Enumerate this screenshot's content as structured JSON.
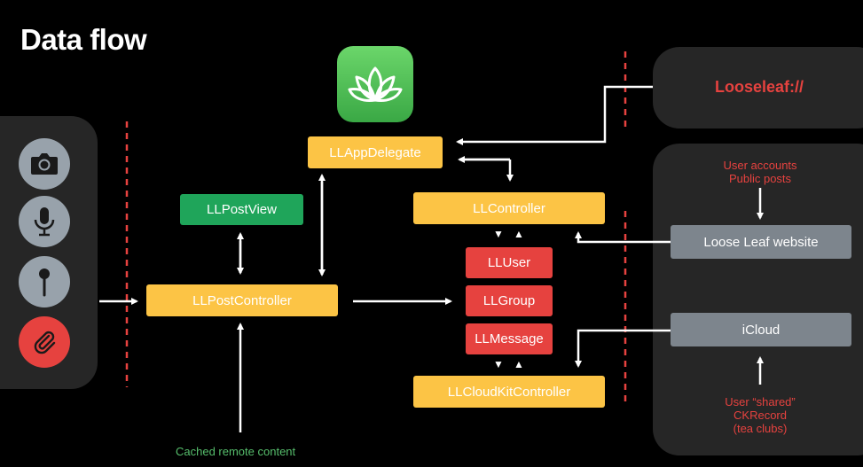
{
  "title": "Data flow",
  "url_scheme": "Looseleaf://",
  "nodes": {
    "app_delegate": "LLAppDelegate",
    "post_view": "LLPostView",
    "controller": "LLController",
    "post_controller": "LLPostController",
    "user": "LLUser",
    "group": "LLGroup",
    "message": "LLMessage",
    "cloudkit_controller": "LLCloudKitController",
    "website": "Loose Leaf website",
    "icloud": "iCloud"
  },
  "notes": {
    "user_accounts": "User accounts",
    "public_posts": "Public posts",
    "shared_line1": "User “shared”",
    "shared_line2": "CKRecord",
    "shared_line3": "(tea clubs)",
    "cached": "Cached remote content"
  },
  "tri": {
    "down": "▼",
    "up": "▲"
  },
  "input_icons": [
    "camera-icon",
    "microphone-icon",
    "pin-icon",
    "paperclip-icon"
  ],
  "colors": {
    "yellow": "#fcc445",
    "green": "#1fa55a",
    "red": "#e6423f",
    "grey": "#7d858d",
    "panel": "#262626",
    "dashed": "#e6423f"
  }
}
